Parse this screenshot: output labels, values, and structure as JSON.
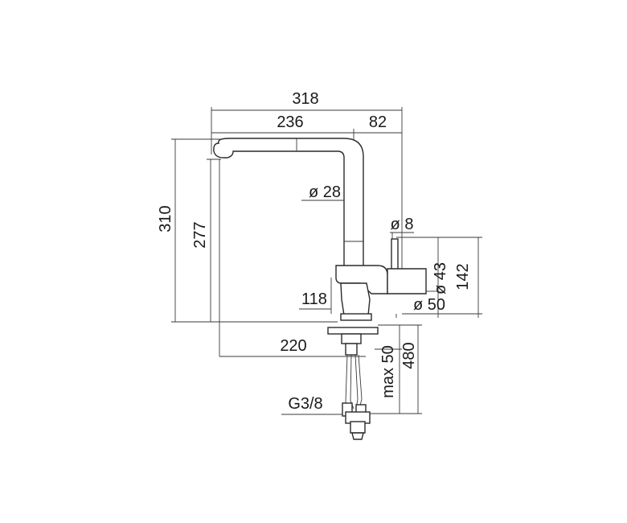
{
  "dimensions": {
    "overall_width": "318",
    "spout_reach": "236",
    "handle_offset": "82",
    "total_height": "310",
    "spout_height": "277",
    "spout_diameter": "ø 28",
    "lever_diameter": "ø 8",
    "handle_diameter": "ø 43",
    "handle_height": "142",
    "base_height": "118",
    "base_diameter": "ø 50",
    "hose_pullout": "220",
    "max_deck_thickness": "max 50",
    "hose_length": "480",
    "connection": "G3/8"
  }
}
